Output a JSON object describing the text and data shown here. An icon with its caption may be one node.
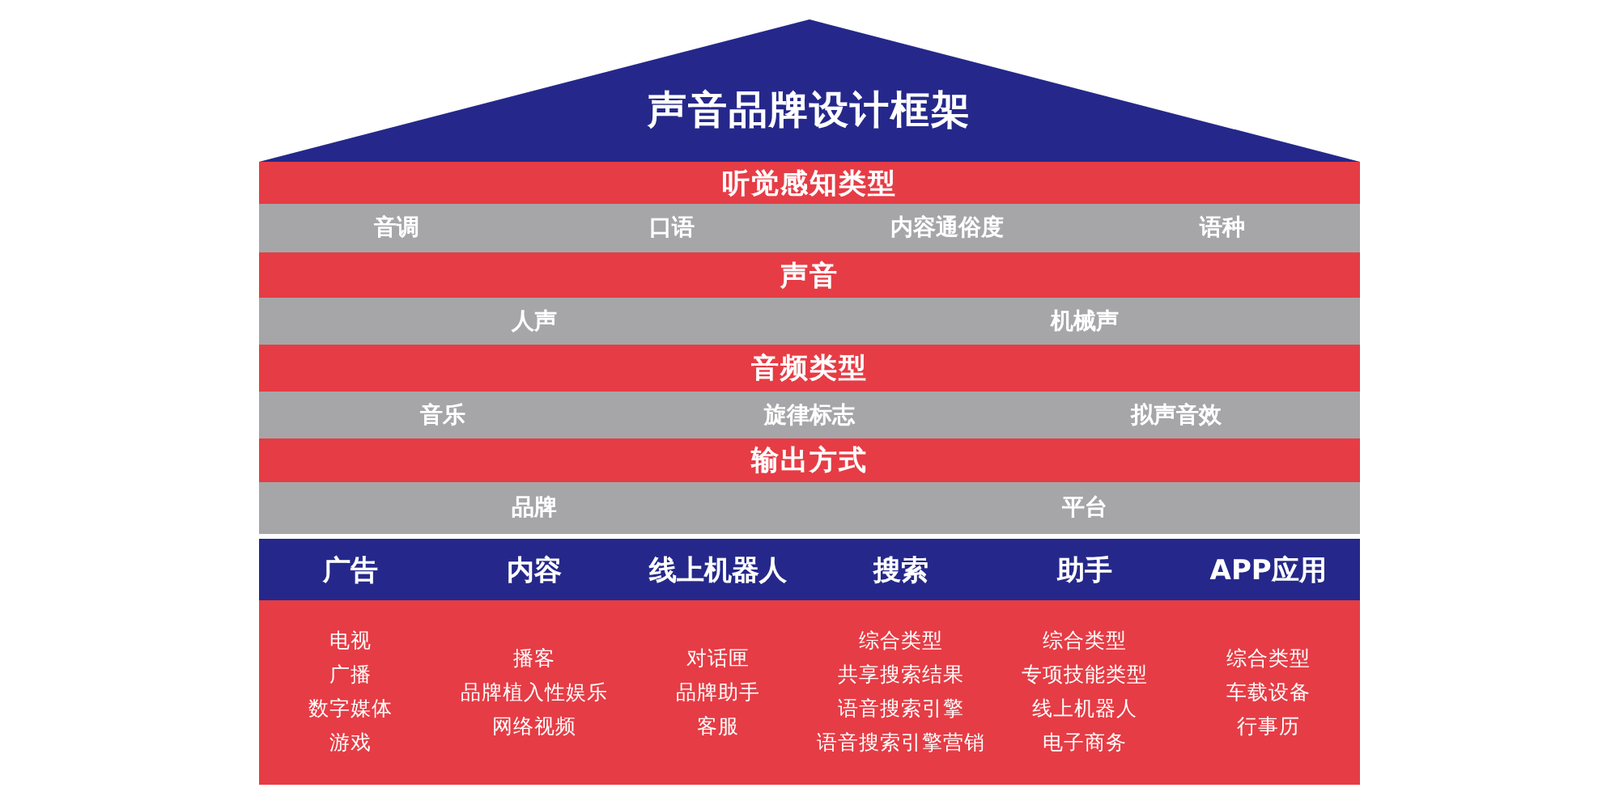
{
  "diagram": {
    "title": "声音品牌设计框架",
    "nodes": [
      {
        "text": [
          "听觉感知类型"
        ]
      },
      {
        "text": [
          "音调"
        ]
      },
      {
        "text": [
          "口语"
        ]
      },
      {
        "text": [
          "内容通俗度"
        ]
      },
      {
        "text": [
          "语种"
        ]
      },
      {
        "text": [
          "声音"
        ]
      },
      {
        "text": [
          "人声"
        ]
      },
      {
        "text": [
          "机械声"
        ]
      },
      {
        "text": [
          "音频类型"
        ]
      },
      {
        "text": [
          "音乐"
        ]
      },
      {
        "text": [
          "旋律标志"
        ]
      },
      {
        "text": [
          "拟声音效"
        ]
      },
      {
        "text": [
          "输出方式"
        ]
      },
      {
        "text": [
          "品牌"
        ]
      },
      {
        "text": [
          "平台"
        ]
      },
      {
        "text": [
          "广告"
        ]
      },
      {
        "text": [
          "内容"
        ]
      },
      {
        "text": [
          "线上机器人"
        ]
      },
      {
        "text": [
          "搜索"
        ]
      },
      {
        "text": [
          "助手"
        ]
      },
      {
        "text": [
          "APP应用"
        ]
      },
      {
        "text": [
          "电视",
          "广播",
          "数字媒体",
          "游戏"
        ]
      },
      {
        "text": [
          "播客",
          "品牌植入性娱乐",
          "网络视频"
        ]
      },
      {
        "text": [
          "对话匣",
          "品牌助手",
          "客服"
        ]
      },
      {
        "text": [
          "综合类型",
          "共享搜索结果",
          "语音搜索引擎",
          "语音搜索引擎营销"
        ]
      },
      {
        "text": [
          "综合类型",
          "专项技能类型",
          "线上机器人",
          "电子商务"
        ]
      },
      {
        "text": [
          "综合类型",
          "车载设备",
          "行事历"
        ]
      }
    ]
  }
}
